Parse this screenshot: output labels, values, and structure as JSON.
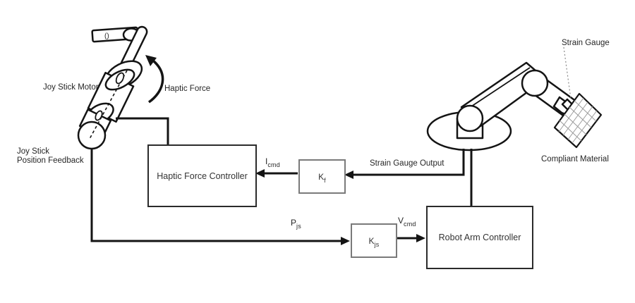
{
  "labels": {
    "joy_stick_motor": "Joy Stick Motor",
    "haptic_force": "Haptic Force",
    "joy_stick_position_feedback_line1": "Joy Stick",
    "joy_stick_position_feedback_line2": "Position Feedback",
    "strain_gauge": "Strain Gauge",
    "compliant_material": "Compliant Material",
    "strain_gauge_output": "Strain Gauge Output"
  },
  "boxes": {
    "haptic_force_controller": "Haptic Force Controller",
    "robot_arm_controller": "Robot Arm Controller",
    "kf": {
      "main": "K",
      "sub": "f"
    },
    "kjs": {
      "main": "K",
      "sub": "js"
    }
  },
  "signals": {
    "i_cmd": {
      "main": "I",
      "sub": "cmd"
    },
    "p_js": {
      "main": "P",
      "sub": "js"
    },
    "v_cmd": {
      "main": "V",
      "sub": "cmd"
    }
  },
  "joystick": {
    "handle_glyph": "()"
  },
  "colors": {
    "background": "#ffffff",
    "line_stroke": "#141414",
    "box_border_dark": "#2b2b2b",
    "box_border_gray": "#7a7a7a",
    "text": "#262626",
    "grid_line": "#9b9b9b"
  }
}
